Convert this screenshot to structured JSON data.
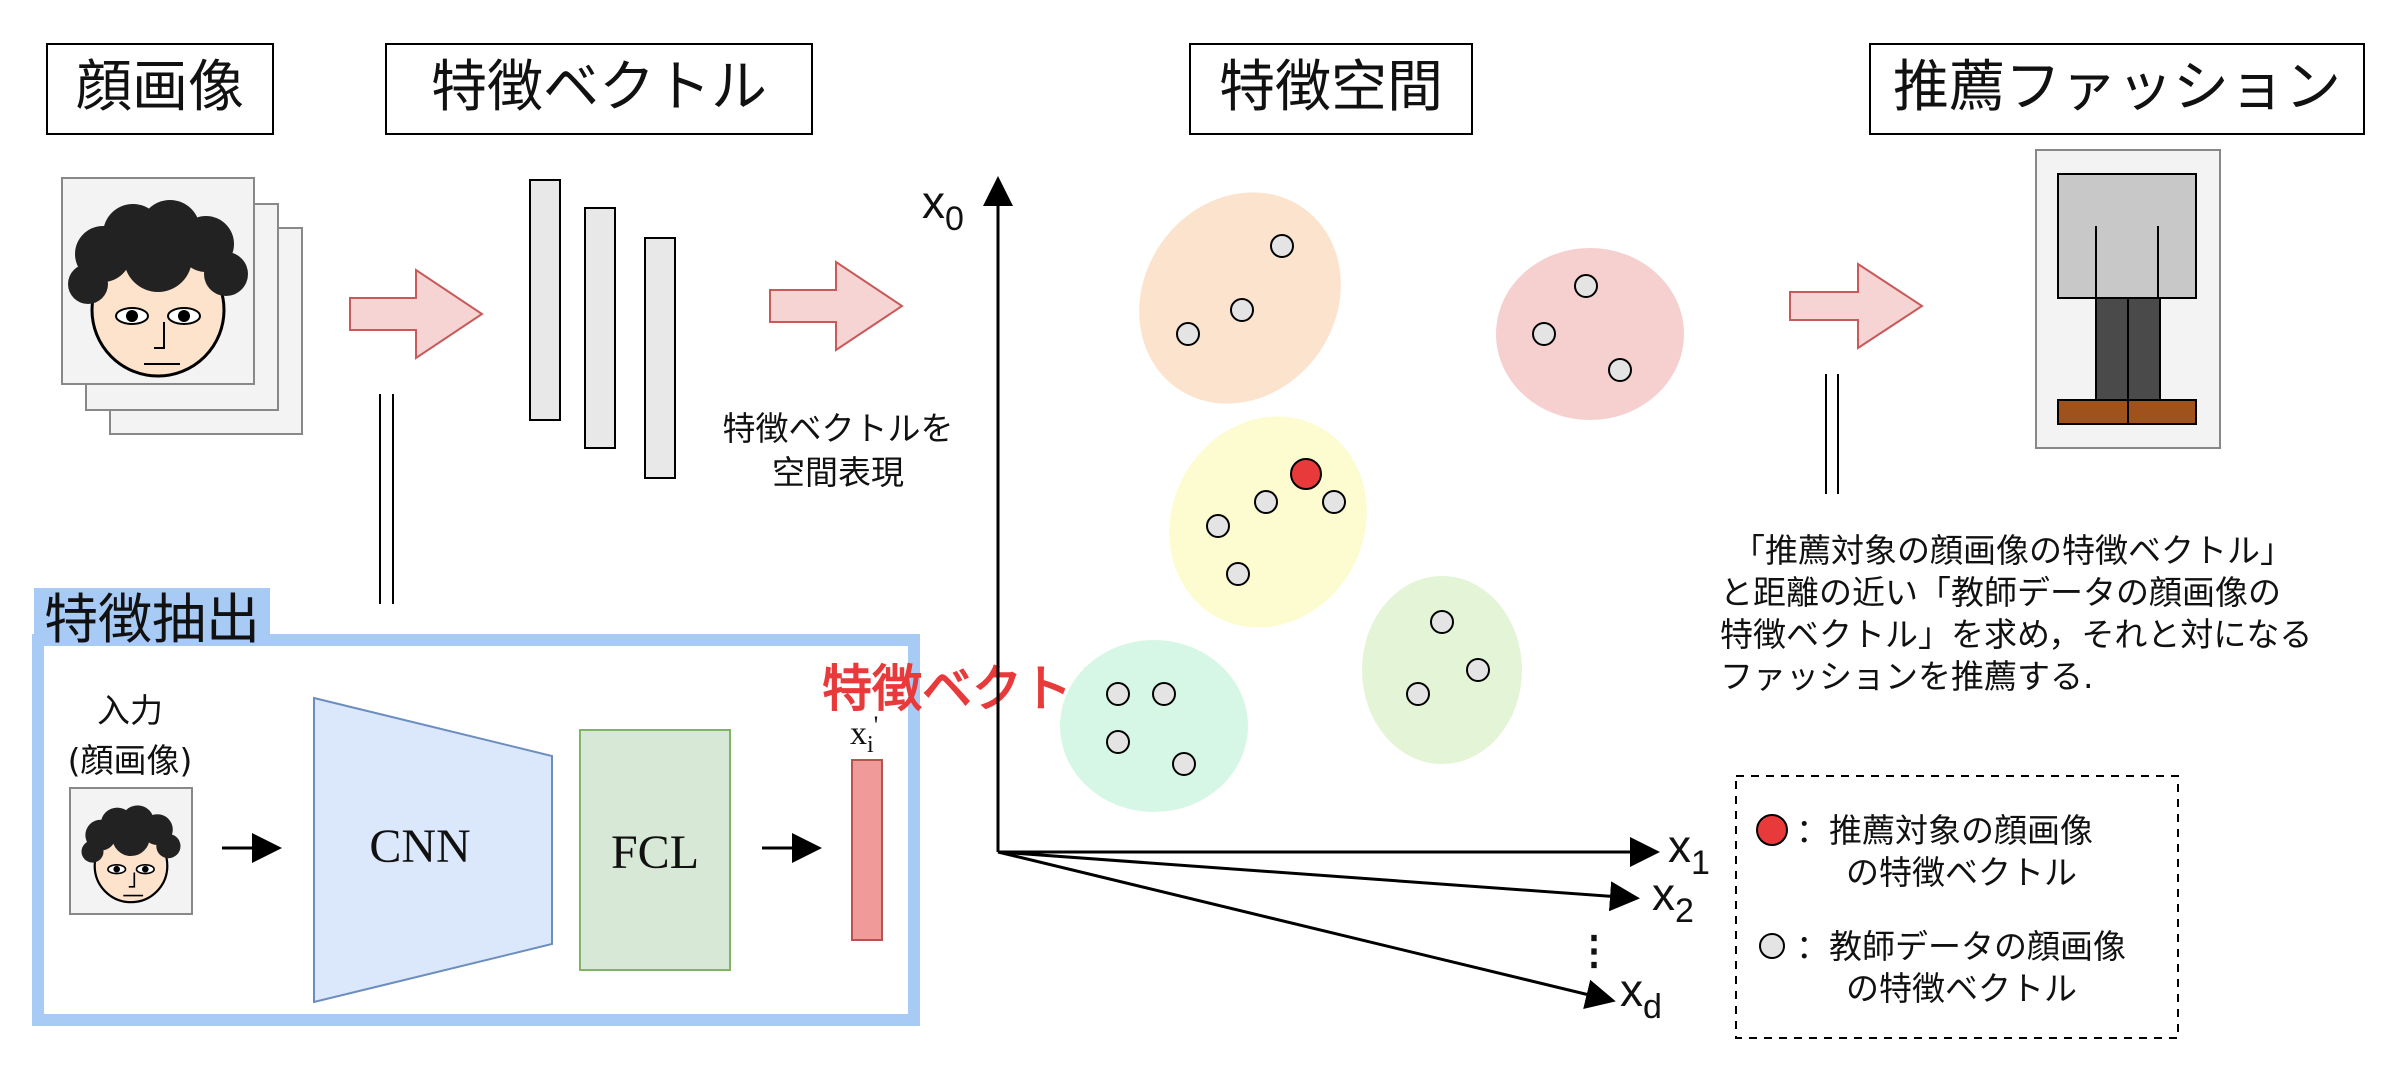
{
  "headers": {
    "face_image": "顔画像",
    "feature_vector": "特徴ベクトル",
    "feature_space": "特徴空間",
    "recommended_fashion": "推薦ファッション"
  },
  "mid_caption": {
    "line1": "特徴ベクトルを",
    "line2": "空間表現"
  },
  "extraction_box": {
    "title": "特徴抽出",
    "input_line1": "入力",
    "input_line2": "(顔画像)",
    "cnn": "CNN",
    "fcl": "FCL",
    "output_title": "特徴ベクトル",
    "output_var": "x",
    "output_sub": "i",
    "output_sup": "'"
  },
  "axes": {
    "y_var": "x",
    "y_sub": "0",
    "x1_var": "x",
    "x1_sub": "1",
    "x2_var": "x",
    "x2_sub": "2",
    "xd_var": "x",
    "xd_sub": "d",
    "dots": "⋮"
  },
  "explanation": {
    "line1": "「推薦対象の顔画像の特徴ベクトル」",
    "line2": "と距離の近い「教師データの顔画像の",
    "line3": "特徴ベクトル」を求め，それと対になる",
    "line4": "ファッションを推薦する."
  },
  "legend": {
    "target_line1": "：推薦対象の顔画像",
    "target_line2": "の特徴ベクトル",
    "teacher_line1": "：教師データの顔画像",
    "teacher_line2": "の特徴ベクトル"
  },
  "colors": {
    "target_point": "#e83a3a",
    "teacher_point": "#e4e4e4",
    "cluster_orange": "#fbe3cd",
    "cluster_pink": "#f6cfcf",
    "cluster_yellow": "#fdfbd0",
    "cluster_green": "#e3f5d6",
    "cluster_mint": "#d7f7e6",
    "extraction_border": "#a8cbf5",
    "cnn_fill": "#dbe7fb",
    "fcl_fill": "#d8e8d6",
    "vector_fill": "#f09a9a",
    "arrow_fill": "#f7d4d4",
    "arrow_stroke": "#c85a5a",
    "title_red": "#e83a3a"
  },
  "icons": [
    "face-avatar-icon",
    "fashion-outfit-icon",
    "hollow-arrow-icon"
  ]
}
